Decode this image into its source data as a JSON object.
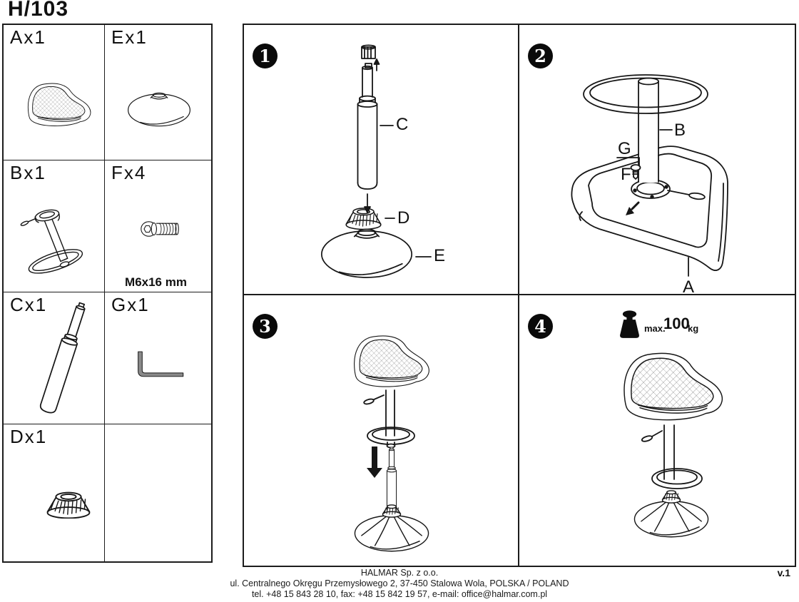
{
  "page": {
    "title": "H/103",
    "version": "v.1"
  },
  "parts": {
    "a": {
      "label": "Ax1"
    },
    "e": {
      "label": "Ex1"
    },
    "b": {
      "label": "Bx1"
    },
    "f": {
      "label": "Fx4",
      "note": "M6x16 mm"
    },
    "c": {
      "label": "Cx1"
    },
    "g": {
      "label": "Gx1"
    },
    "d": {
      "label": "Dx1"
    }
  },
  "steps": {
    "one": {
      "number": "1",
      "label_c": "C",
      "label_d": "D",
      "label_e": "E"
    },
    "two": {
      "number": "2",
      "label_b": "B",
      "label_g": "G",
      "label_f": "F",
      "label_a": "A"
    },
    "three": {
      "number": "3"
    },
    "four": {
      "number": "4",
      "max_label": "max.",
      "max_value": "100",
      "max_unit": "kg"
    }
  },
  "footer": {
    "company": "HALMAR Sp. z o.o.",
    "address": "ul. Centralnego Okręgu Przemysłowego 2, 37-450 Stalowa Wola, POLSKA / POLAND",
    "contact": "tel. +48 15 843 28 10, fax: +48 15 842 19 57, e-mail: office@halmar.com.pl"
  }
}
